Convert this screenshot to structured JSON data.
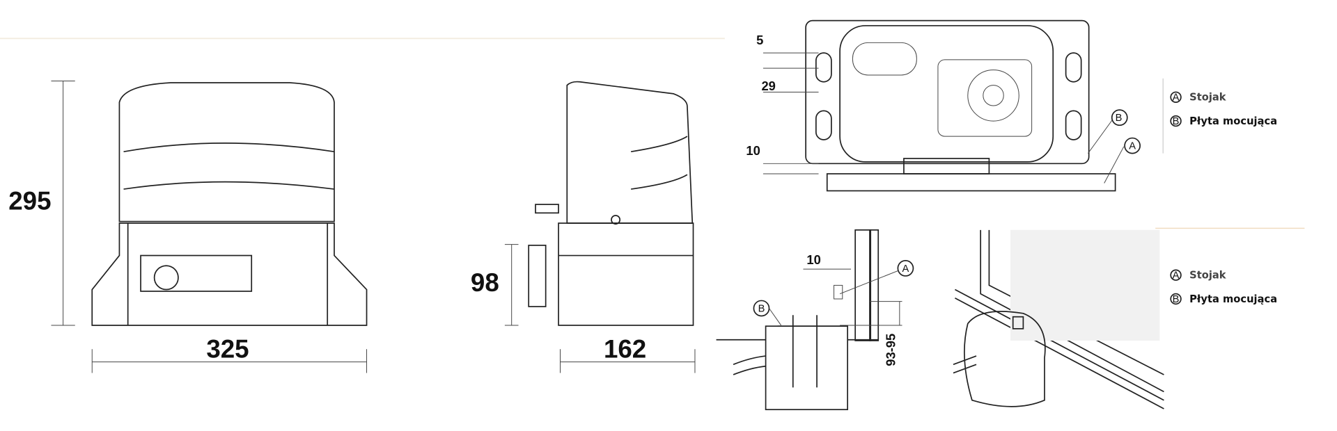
{
  "front_view": {
    "height_label": "295",
    "width_label": "325"
  },
  "side_view": {
    "height_label": "98",
    "width_label": "162"
  },
  "top_view": {
    "dim_a": "5",
    "dim_b": "29",
    "dim_c": "10",
    "callout_a": "A",
    "callout_b": "B"
  },
  "section_view": {
    "dim_gap": "10",
    "dim_height": "93-95",
    "callout_a": "A",
    "callout_b": "B"
  },
  "legend_top": {
    "items": [
      {
        "key": "A",
        "label": "Stojak"
      },
      {
        "key": "B",
        "label": "Płyta mocująca"
      }
    ]
  },
  "legend_bottom": {
    "items": [
      {
        "key": "A",
        "label": "Stojak"
      },
      {
        "key": "B",
        "label": "Płyta mocująca"
      }
    ]
  },
  "colors": {
    "line": "#222222",
    "accent_rule": "#f0dcc0",
    "legend_a": "#444444",
    "legend_b": "#111111"
  }
}
